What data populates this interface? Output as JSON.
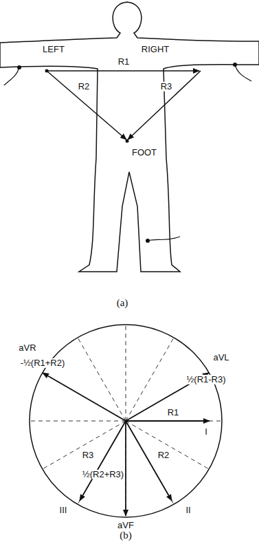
{
  "diagram": {
    "labels": [
      "LEFT",
      "RIGHT",
      "R1",
      "R2",
      "R3",
      "FOOT",
      "(a)",
      "aVR",
      "-½(R1+R2)",
      "aVL",
      "½(R1-R3)",
      "R1",
      "I",
      "R3",
      "½(R2+R3)",
      "R2",
      "III",
      "aVF",
      "II",
      "(b)"
    ]
  }
}
